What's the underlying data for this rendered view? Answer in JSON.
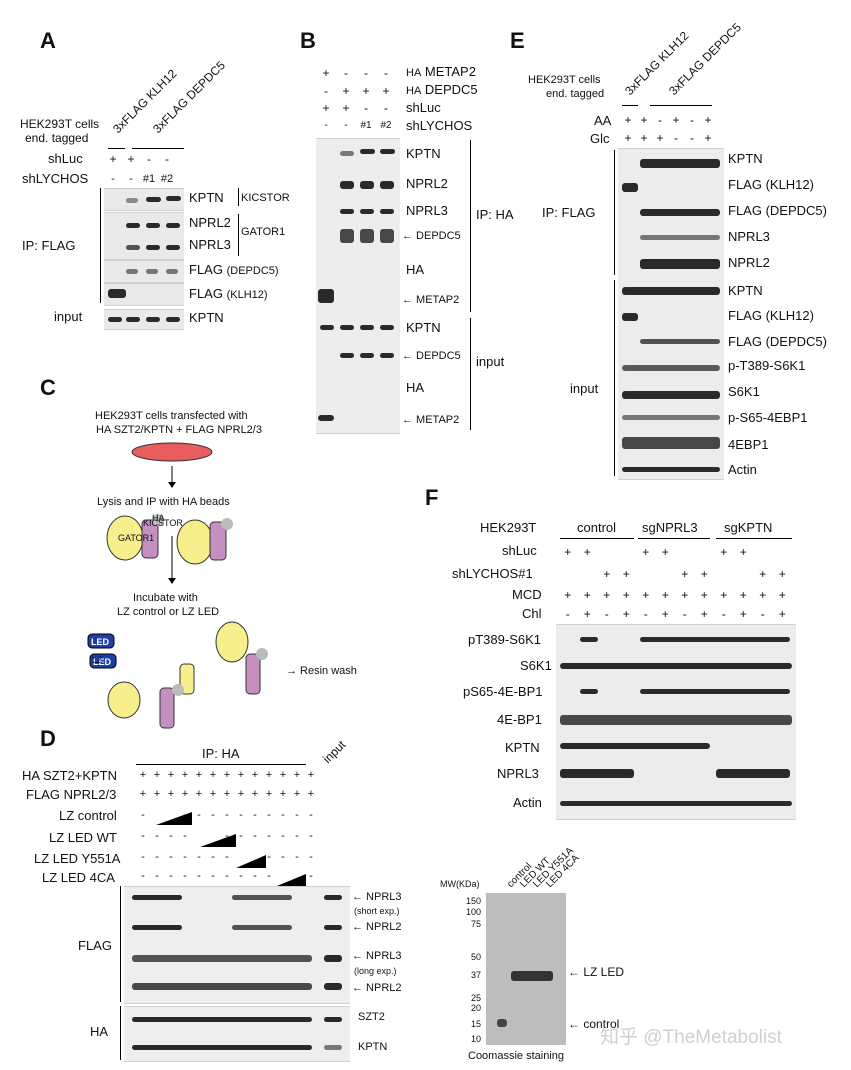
{
  "panels": {
    "A": {
      "label": "A",
      "cells": "HEK293T cells",
      "cells2": "end. tagged",
      "col1": "3xFLAG KLH12",
      "col2": "3xFLAG DEPDC5",
      "shLuc": "shLuc",
      "shLuc_signs": [
        "+",
        "+",
        "-",
        "-"
      ],
      "shLYCHOS": "shLYCHOS",
      "shLYCHOS_signs": [
        "-",
        "-",
        "#1",
        "#2"
      ],
      "ip": "IP: FLAG",
      "input": "input",
      "rows": [
        "KPTN",
        "NPRL2",
        "NPRL3",
        "FLAG",
        "FLAG",
        "KPTN"
      ],
      "row_sub": [
        "",
        "",
        "",
        "(DEPDC5)",
        "(KLH12)",
        ""
      ],
      "group1": "KICSTOR",
      "group2": "GATOR1"
    },
    "B": {
      "label": "B",
      "conds": [
        {
          "prefix": "HA",
          "name": "METAP2",
          "signs": [
            "+",
            "-",
            "-",
            "-"
          ]
        },
        {
          "prefix": "HA",
          "name": "DEPDC5",
          "signs": [
            "-",
            "+",
            "+",
            "+"
          ]
        },
        {
          "prefix": "",
          "name": "shLuc",
          "signs": [
            "+",
            "+",
            "-",
            "-"
          ]
        },
        {
          "prefix": "",
          "name": "shLYCHOS",
          "signs": [
            "-",
            "-",
            "#1",
            "#2"
          ]
        }
      ],
      "rows": [
        "KPTN",
        "NPRL2",
        "NPRL3",
        "← DEPDC5",
        "HA",
        "← METAP2",
        "KPTN",
        "← DEPDC5",
        "HA",
        "← METAP2"
      ],
      "ip": "IP: HA",
      "input": "input"
    },
    "C": {
      "label": "C",
      "line1": "HEK293T cells transfected with",
      "line2": "HA SZT2/KPTN + FLAG NPRL2/3",
      "step1": "Lysis and IP with HA beads",
      "step2a": "Incubate with",
      "step2b": "LZ control or LZ LED",
      "resin": "→ Resin wash",
      "gator": "GATOR1",
      "kicstor": "KICSTOR",
      "ha": "HA",
      "led": "LED",
      "lz": "LZ"
    },
    "D": {
      "label": "D",
      "ip": "IP: HA",
      "input": "input",
      "conds": [
        {
          "name": "HA SZT2+KPTN",
          "signs": [
            "+",
            "+",
            "+",
            "+",
            "+",
            "+",
            "+",
            "+",
            "+",
            "+",
            "+",
            "+",
            "+"
          ]
        },
        {
          "name": "FLAG NPRL2/3",
          "signs": [
            "+",
            "+",
            "+",
            "+",
            "+",
            "+",
            "+",
            "+",
            "+",
            "+",
            "+",
            "+",
            "+"
          ]
        },
        {
          "name": "LZ control",
          "signs": [
            "-",
            "",
            "",
            "-",
            "-",
            "-",
            "-",
            "-",
            "-",
            "-",
            "-",
            "-",
            "-"
          ]
        },
        {
          "name": "LZ LED WT",
          "signs": [
            "-",
            "-",
            "-",
            "-",
            "",
            "",
            "-",
            "-",
            "-",
            "-",
            "-",
            "-",
            "-"
          ]
        },
        {
          "name": "LZ LED Y551A",
          "signs": [
            "-",
            "-",
            "-",
            "-",
            "-",
            "-",
            "-",
            "",
            "",
            "-",
            "-",
            "-",
            "-"
          ]
        },
        {
          "name": "LZ LED 4CA",
          "signs": [
            "-",
            "-",
            "-",
            "-",
            "-",
            "-",
            "-",
            "-",
            "-",
            "-",
            "",
            "",
            "-"
          ]
        }
      ],
      "flag": "FLAG",
      "ha": "HA",
      "right": [
        "← NPRL3",
        "(short exp.)",
        "← NPRL2",
        "← NPRL3",
        "(long exp.)",
        "← NPRL2",
        "SZT2",
        "KPTN"
      ]
    },
    "E": {
      "label": "E",
      "cells": "HEK293T cells",
      "cells2": "end. tagged",
      "col1": "3xFLAG KLH12",
      "col2": "3xFLAG DEPDC5",
      "aa": "AA",
      "aa_signs": [
        "+",
        "+",
        "-",
        "+",
        "-",
        "+"
      ],
      "glc": "Glc",
      "glc_signs": [
        "+",
        "+",
        "+",
        "-",
        "-",
        "+"
      ],
      "ip": "IP: FLAG",
      "input": "input",
      "rows": [
        "KPTN",
        "FLAG (KLH12)",
        "FLAG (DEPDC5)",
        "NPRL3",
        "NPRL2",
        "KPTN",
        "FLAG (KLH12)",
        "FLAG (DEPDC5)",
        "p-T389-S6K1",
        "S6K1",
        "p-S65-4EBP1",
        "4EBP1",
        "Actin"
      ]
    },
    "F": {
      "label": "F",
      "cell": "HEK293T",
      "groups": [
        "control",
        "sgNPRL3",
        "sgKPTN"
      ],
      "conds": [
        {
          "name": "shLuc",
          "signs": [
            "+",
            "+",
            "",
            "",
            "+",
            "+",
            "",
            "",
            "+",
            "+",
            "",
            ""
          ]
        },
        {
          "name": "shLYCHOS#1",
          "signs": [
            "",
            "",
            "+",
            "+",
            "",
            "",
            "+",
            "+",
            "",
            "",
            "+",
            "+"
          ]
        },
        {
          "name": "MCD",
          "signs": [
            "+",
            "+",
            "+",
            "+",
            "+",
            "+",
            "+",
            "+",
            "+",
            "+",
            "+",
            "+"
          ]
        },
        {
          "name": "Chl",
          "signs": [
            "-",
            "+",
            "-",
            "+",
            "-",
            "+",
            "-",
            "+",
            "-",
            "+",
            "-",
            "+"
          ]
        }
      ],
      "rows": [
        "pT389-S6K1",
        "S6K1",
        "pS65-4E-BP1",
        "4E-BP1",
        "KPTN",
        "NPRL3",
        "Actin"
      ]
    },
    "G": {
      "mw": "MW(KDa)",
      "markers": [
        "150",
        "100",
        "75",
        "50",
        "37",
        "25",
        "20",
        "15",
        "10"
      ],
      "lanes": [
        "control",
        "LED WT",
        "LED Y551A",
        "LED 4CA"
      ],
      "lzled": "← LZ LED",
      "control": "← control",
      "stain": "Coomassie staining"
    }
  },
  "watermark": "知乎 @TheMetabolist"
}
